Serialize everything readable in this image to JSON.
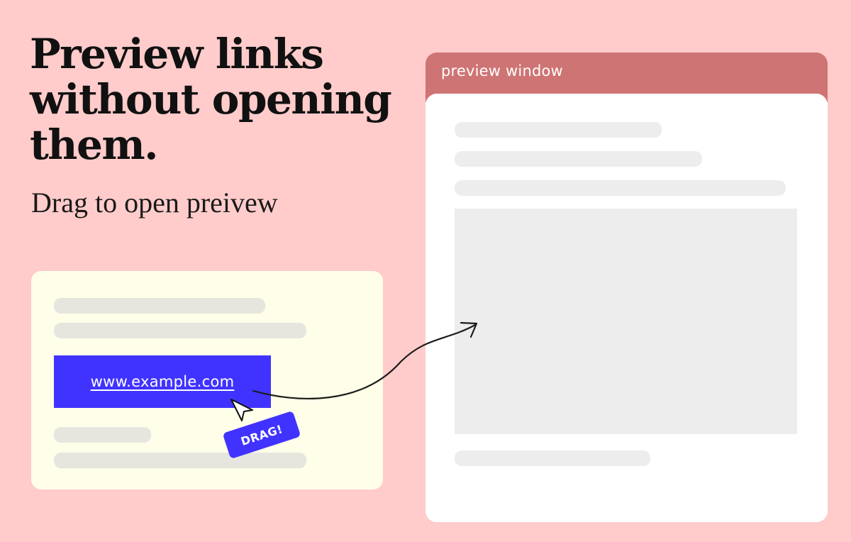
{
  "hero": {
    "headline": "Preview links without opening them.",
    "subline": "Drag to open preivew"
  },
  "source_card": {
    "link_text": "www.example.com",
    "drag_label": "DRAG!"
  },
  "preview_window": {
    "title": "preview window"
  },
  "icons": {
    "cursor": "mouse-pointer-icon",
    "arrow": "curved-arrow-icon"
  },
  "colors": {
    "background": "#ffcccb",
    "accent": "#4133ff",
    "preview_header": "#cf7474",
    "source_card": "#fffee9"
  }
}
